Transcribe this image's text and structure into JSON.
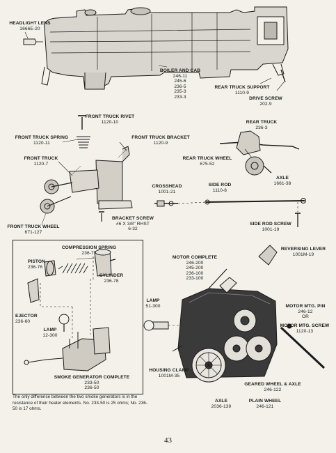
{
  "labels": {
    "headlight_lens": {
      "name": "HEADLIGHT LENS",
      "nums": [
        "1666E-20"
      ]
    },
    "boiler_and_cab": {
      "name": "BOILER AND CAB",
      "nums": [
        "246-11",
        "245-6",
        "236-5",
        "235-3",
        "233-3"
      ]
    },
    "rear_truck_support": {
      "name": "REAR TRUCK SUPPORT",
      "nums": [
        "1110-9"
      ]
    },
    "drive_screw": {
      "name": "DRIVE SCREW",
      "nums": [
        "202-9"
      ]
    },
    "front_truck_rivet": {
      "name": "FRONT TRUCK RIVET",
      "nums": [
        "1120-10"
      ]
    },
    "front_truck_spring": {
      "name": "FRONT TRUCK SPRING",
      "nums": [
        "1120-11"
      ]
    },
    "front_truck_bracket": {
      "name": "FRONT TRUCK BRACKET",
      "nums": [
        "1120-9"
      ]
    },
    "rear_truck": {
      "name": "REAR TRUCK",
      "nums": [
        "236-3"
      ]
    },
    "front_truck": {
      "name": "FRONT TRUCK",
      "nums": [
        "1120-7"
      ]
    },
    "rear_truck_wheel": {
      "name": "REAR TRUCK WHEEL",
      "nums": [
        "675-52"
      ]
    },
    "axle_rear": {
      "name": "AXLE",
      "nums": [
        "1661-38"
      ]
    },
    "crosshead": {
      "name": "CROSSHEAD",
      "nums": [
        "1001-21"
      ]
    },
    "side_rod": {
      "name": "SIDE ROD",
      "nums": [
        "1110-8"
      ]
    },
    "front_truck_wheel": {
      "name": "FRONT TRUCK WHEEL",
      "nums": [
        "671-127"
      ]
    },
    "bracket_screw": {
      "name": "BRACKET SCREW",
      "nums": [
        "#6 X 3/8\" RHST",
        "6-32"
      ]
    },
    "side_rod_screw": {
      "name": "SIDE ROD SCREW",
      "nums": [
        "1001-19"
      ]
    },
    "compression_spring": {
      "name": "COMPRESSION SPRING",
      "nums": [
        "236-77"
      ]
    },
    "piston": {
      "name": "PISTON",
      "nums": [
        "236-76"
      ]
    },
    "cylinder": {
      "name": "CYLINDER",
      "nums": [
        "236-78"
      ]
    },
    "ejector": {
      "name": "EJECTOR",
      "nums": [
        "236-60"
      ]
    },
    "lamp_smoke": {
      "name": "LAMP",
      "nums": [
        "12-300"
      ]
    },
    "smoke_generator_complete": {
      "name": "SMOKE GENERATOR COMPLETE",
      "nums": [
        "233-50",
        "236-50"
      ]
    },
    "reversing_lever": {
      "name": "REVERSING LEVER",
      "nums": [
        "1001M-19"
      ]
    },
    "motor_complete": {
      "name": "MOTOR COMPLETE",
      "nums": [
        "246-200",
        "245-200",
        "236-100",
        "233-100"
      ]
    },
    "lamp_motor": {
      "name": "LAMP",
      "nums": [
        "51-300"
      ]
    },
    "motor_mtg_pin": {
      "name": "MOTOR MTG. PIN",
      "nums": [
        "246-12",
        "OR"
      ]
    },
    "motor_mtg_screw": {
      "name": "MOTOR MTG. SCREW",
      "nums": [
        "1120-13"
      ]
    },
    "housing_clamp": {
      "name": "HOUSING CLAMP",
      "nums": [
        "1001M-35"
      ]
    },
    "geared_wheel_axle": {
      "name": "GEARED WHEEL & AXLE",
      "nums": [
        "246-122"
      ]
    },
    "axle_motor": {
      "name": "AXLE",
      "nums": [
        "2036-139"
      ]
    },
    "plain_wheel": {
      "name": "PLAIN WHEEL",
      "nums": [
        "246-121"
      ]
    }
  },
  "footnote": "The only difference between the two smoke generators is in the resistance of their heater elements. No. 233-50 is 25 ohms; No. 236-50 is 17 ohms.",
  "page_number": "43"
}
